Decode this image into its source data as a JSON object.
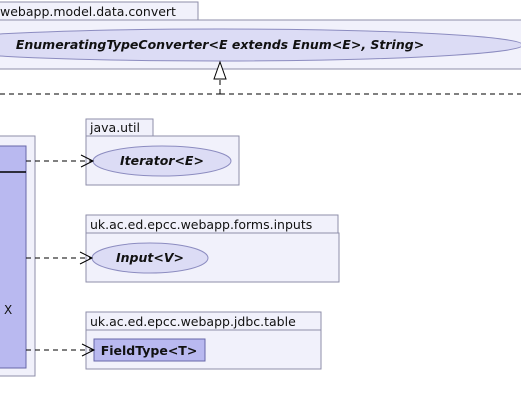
{
  "packages": [
    {
      "name": "webapp.model.data.convert"
    },
    {
      "name": "java.util"
    },
    {
      "name": "uk.ac.ed.epcc.webapp.forms.inputs"
    },
    {
      "name": "uk.ac.ed.epcc.webapp.jdbc.table"
    }
  ],
  "nodes": {
    "converter": "EnumeratingTypeConverter<E extends Enum<E>, String>",
    "iterator": "Iterator<E>",
    "input": "Input<V>",
    "fieldtype": "FieldType<T>",
    "source_fragment": "X"
  },
  "colors": {
    "package_fill": "#f1f1fb",
    "interface_fill": "#dcdcf5",
    "class_fill": "#b9b9f0",
    "border": "#8e8eaa"
  },
  "relations": [
    {
      "type": "realization",
      "from": "source",
      "to": "converter"
    },
    {
      "type": "dependency",
      "from": "source",
      "to": "iterator"
    },
    {
      "type": "dependency",
      "from": "source",
      "to": "input"
    },
    {
      "type": "dependency",
      "from": "source",
      "to": "fieldtype"
    }
  ]
}
